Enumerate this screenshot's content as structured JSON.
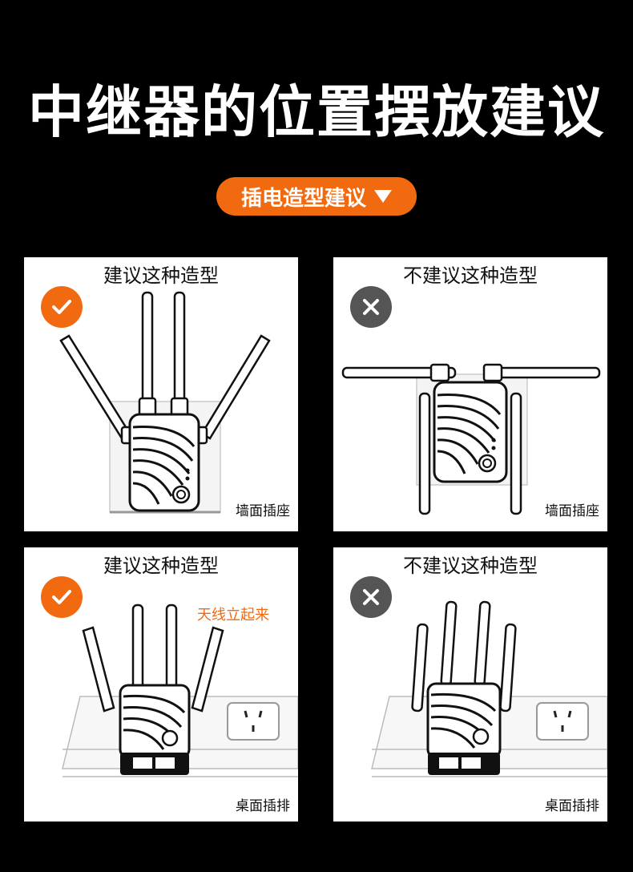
{
  "page": {
    "title": "中继器的位置摆放建议",
    "pill_label": "插电造型建议",
    "pill_icon": "triangle-down-icon",
    "accent": "#f26a10"
  },
  "cards": [
    {
      "title": "建议这种造型",
      "status": "recommended",
      "badge_icon": "check-icon",
      "caption": "墙面插座",
      "note": ""
    },
    {
      "title": "不建议这种造型",
      "status": "not-recommended",
      "badge_icon": "close-icon",
      "caption": "墙面插座",
      "note": ""
    },
    {
      "title": "建议这种造型",
      "status": "recommended",
      "badge_icon": "check-icon",
      "caption": "桌面插排",
      "note": "天线立起来"
    },
    {
      "title": "不建议这种造型",
      "status": "not-recommended",
      "badge_icon": "close-icon",
      "caption": "桌面插排",
      "note": ""
    }
  ]
}
